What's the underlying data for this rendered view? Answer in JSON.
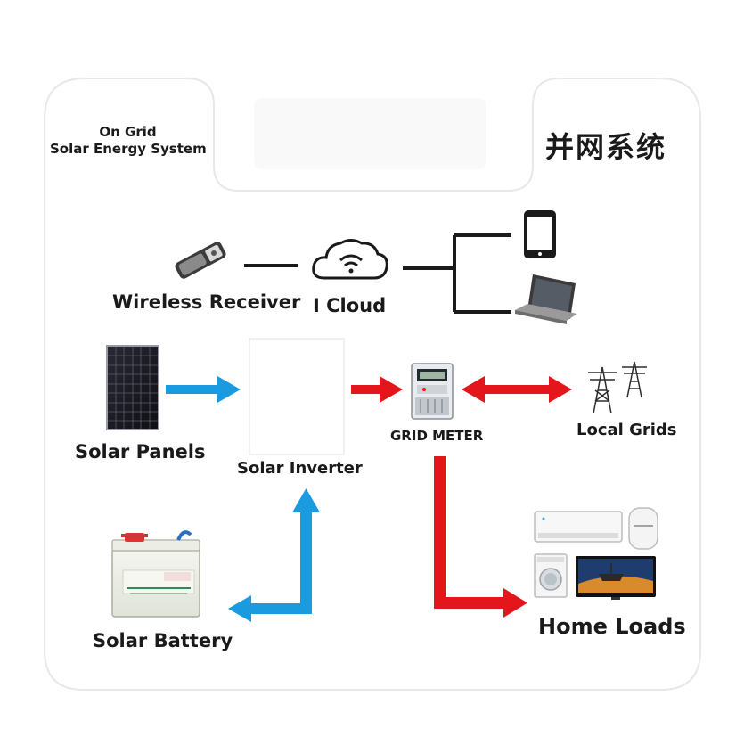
{
  "header": {
    "line1": "On Grid",
    "line2": "Solar Energy System",
    "title_cn": "并网系统"
  },
  "nodes": {
    "wireless_receiver": "Wireless Receiver",
    "cloud": "I Cloud",
    "solar_panels": "Solar Panels",
    "solar_inverter": "Solar Inverter",
    "grid_meter": "GRID METER",
    "local_grids": "Local Grids",
    "solar_battery": "Solar Battery",
    "home_loads": "Home Loads"
  },
  "colors": {
    "blue_arrow": "#1a9be0",
    "red_arrow": "#e3161b",
    "line": "#1a1a1a",
    "frame": "#e6e6e6"
  }
}
